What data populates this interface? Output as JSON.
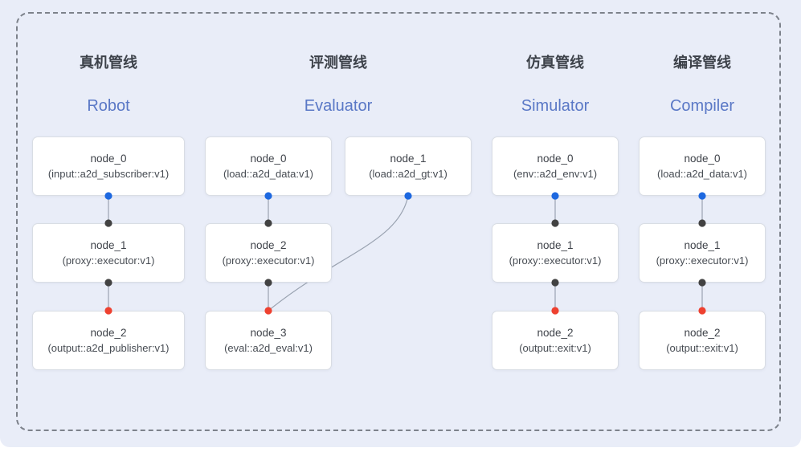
{
  "colors": {
    "panel_bg": "#e9edf8",
    "frame_dash": "#7d828b",
    "edge": "#9aa3b1",
    "port_blue": "#1d68e0",
    "port_black": "#424242",
    "port_red": "#ee4130",
    "title_zh": "#3d424a",
    "title_en": "#5a78c6"
  },
  "pipelines": [
    {
      "id": "robot",
      "title_zh": "真机管线",
      "title_en": "Robot",
      "nodes": [
        {
          "id": "robot-node-0",
          "label": "node_0",
          "detail": "(input::a2d_subscriber:v1)",
          "row": 0,
          "col": 0,
          "out": "blue"
        },
        {
          "id": "robot-node-1",
          "label": "node_1",
          "detail": "(proxy::executor:v1)",
          "row": 1,
          "col": 0,
          "in": "black",
          "out": "black"
        },
        {
          "id": "robot-node-2",
          "label": "node_2",
          "detail": "(output::a2d_publisher:v1)",
          "row": 2,
          "col": 0,
          "in": "red"
        }
      ],
      "edges": [
        [
          "robot-node-0",
          "robot-node-1"
        ],
        [
          "robot-node-1",
          "robot-node-2"
        ]
      ]
    },
    {
      "id": "evaluator",
      "title_zh": "评测管线",
      "title_en": "Evaluator",
      "nodes": [
        {
          "id": "eval-node-0",
          "label": "node_0",
          "detail": "(load::a2d_data:v1)",
          "row": 0,
          "col": 0,
          "out": "blue"
        },
        {
          "id": "eval-node-1",
          "label": "node_1",
          "detail": "(load::a2d_gt:v1)",
          "row": 0,
          "col": 1,
          "out": "blue"
        },
        {
          "id": "eval-node-2",
          "label": "node_2",
          "detail": "(proxy::executor:v1)",
          "row": 1,
          "col": 0,
          "in": "black",
          "out": "black"
        },
        {
          "id": "eval-node-3",
          "label": "node_3",
          "detail": "(eval::a2d_eval:v1)",
          "row": 2,
          "col": 0,
          "in": "red"
        }
      ],
      "edges": [
        [
          "eval-node-0",
          "eval-node-2"
        ],
        [
          "eval-node-1",
          "eval-node-3"
        ],
        [
          "eval-node-2",
          "eval-node-3"
        ]
      ]
    },
    {
      "id": "simulator",
      "title_zh": "仿真管线",
      "title_en": "Simulator",
      "nodes": [
        {
          "id": "sim-node-0",
          "label": "node_0",
          "detail": "(env::a2d_env:v1)",
          "row": 0,
          "col": 0,
          "out": "blue"
        },
        {
          "id": "sim-node-1",
          "label": "node_1",
          "detail": "(proxy::executor:v1)",
          "row": 1,
          "col": 0,
          "in": "black",
          "out": "black"
        },
        {
          "id": "sim-node-2",
          "label": "node_2",
          "detail": "(output::exit:v1)",
          "row": 2,
          "col": 0,
          "in": "red"
        }
      ],
      "edges": [
        [
          "sim-node-0",
          "sim-node-1"
        ],
        [
          "sim-node-1",
          "sim-node-2"
        ]
      ]
    },
    {
      "id": "compiler",
      "title_zh": "编译管线",
      "title_en": "Compiler",
      "nodes": [
        {
          "id": "comp-node-0",
          "label": "node_0",
          "detail": "(load::a2d_data:v1)",
          "row": 0,
          "col": 0,
          "out": "blue"
        },
        {
          "id": "comp-node-1",
          "label": "node_1",
          "detail": "(proxy::executor:v1)",
          "row": 1,
          "col": 0,
          "in": "black",
          "out": "black"
        },
        {
          "id": "comp-node-2",
          "label": "node_2",
          "detail": "(output::exit:v1)",
          "row": 2,
          "col": 0,
          "in": "red"
        }
      ],
      "edges": [
        [
          "comp-node-0",
          "comp-node-1"
        ],
        [
          "comp-node-1",
          "comp-node-2"
        ]
      ]
    }
  ]
}
